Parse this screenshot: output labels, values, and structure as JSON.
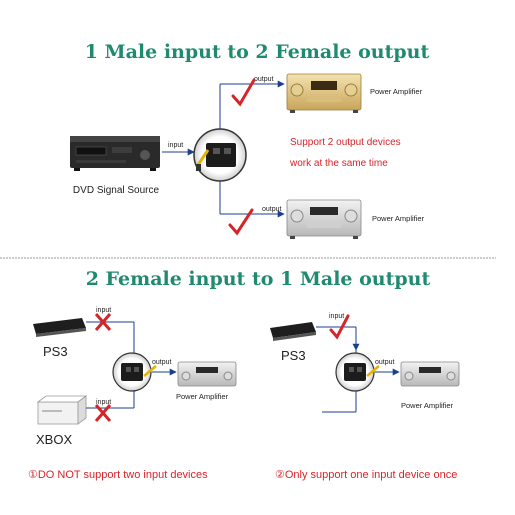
{
  "colors": {
    "heading": "#1f8a6f",
    "note_red": "#d4252a",
    "arrow": "#1b3f8f",
    "check": "#d4252a",
    "cross": "#d4252a",
    "divider": "#9a9a9a"
  },
  "top": {
    "title": "1 Male input to 2 Female output",
    "source_label": "DVD Signal Source",
    "input_label": "input",
    "output_label_1": "output",
    "output_label_2": "output",
    "amp_label_1": "Power Amplifier",
    "amp_label_2": "Power Amplifier",
    "note_line_1": "Support 2 output devices",
    "note_line_2": "work at the same time"
  },
  "bottom": {
    "title": "2 Female input to 1 Male output",
    "left": {
      "device_top_label": "PS3",
      "device_bottom_label": "XBOX",
      "input_label_top": "input",
      "input_label_bottom": "input",
      "output_label": "output",
      "amp_label": "Power Amplifier",
      "note": "①DO NOT support two input devices"
    },
    "right": {
      "device_label": "PS3",
      "input_label": "input",
      "output_label": "output",
      "amp_label": "Power Amplifier",
      "note": "②Only support one input device once"
    }
  }
}
